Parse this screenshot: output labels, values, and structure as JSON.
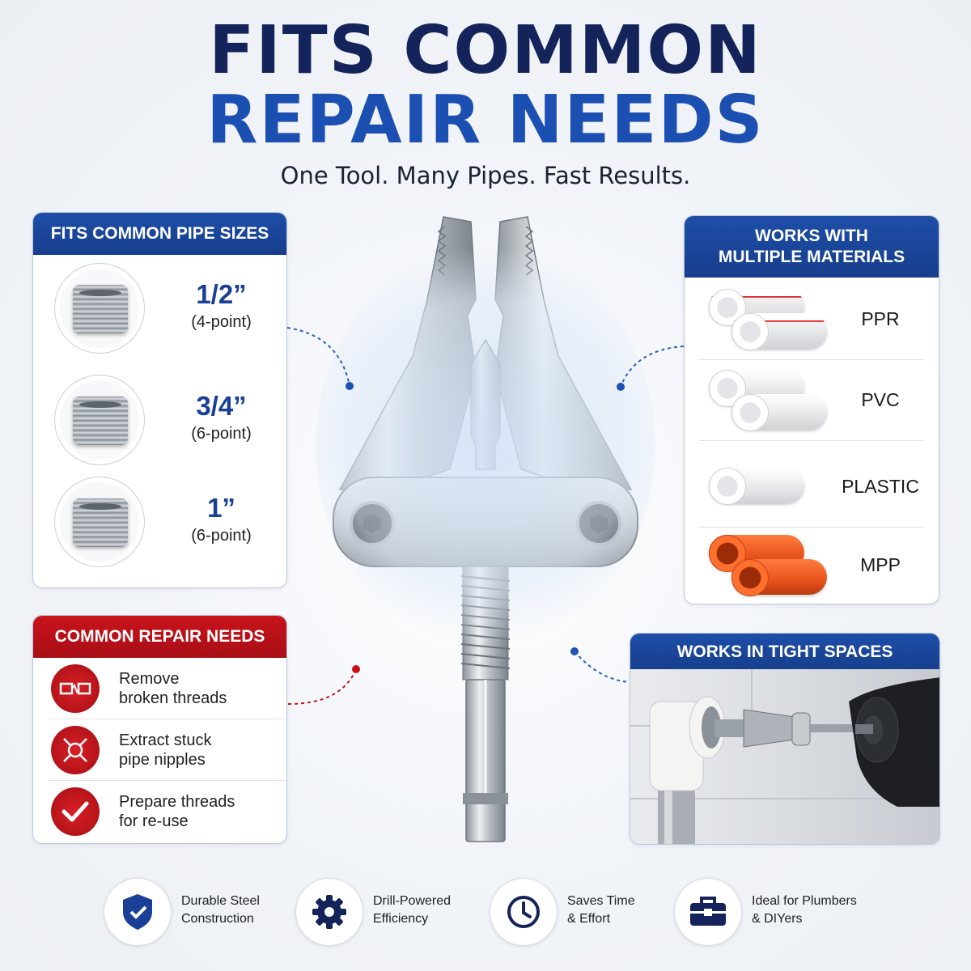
{
  "header": {
    "title_line1": "FITS COMMON",
    "title_line2": "REPAIR NEEDS",
    "subtitle": "One Tool. Many Pipes. Fast Results."
  },
  "pipe_sizes": {
    "heading": "FITS COMMON PIPE SIZES",
    "items": [
      {
        "size": "1/2”",
        "points": "(4-point)"
      },
      {
        "size": "3/4”",
        "points": "(6-point)"
      },
      {
        "size": "1”",
        "points": "(6-point)"
      }
    ]
  },
  "materials": {
    "heading_line1": "WORKS WITH",
    "heading_line2": "MULTIPLE MATERIALS",
    "items": [
      {
        "label": "PPR"
      },
      {
        "label": "PVC"
      },
      {
        "label": "PLASTIC"
      },
      {
        "label": "MPP"
      }
    ]
  },
  "repairs": {
    "heading": "COMMON REPAIR NEEDS",
    "items": [
      {
        "line1": "Remove",
        "line2": "broken threads",
        "icon": "broken-thread-icon"
      },
      {
        "line1": "Extract stuck",
        "line2": "pipe nipples",
        "icon": "stuck-nipple-icon"
      },
      {
        "line1": "Prepare threads",
        "line2": "for re-use",
        "icon": "checkmark-icon"
      }
    ]
  },
  "tight_spaces": {
    "heading": "WORKS IN TIGHT SPACES"
  },
  "features": [
    {
      "line1": "Durable Steel",
      "line2": "Construction",
      "icon": "shield-icon"
    },
    {
      "line1": "Drill-Powered",
      "line2": "Efficiency",
      "icon": "gear-icon"
    },
    {
      "line1": "Saves Time",
      "line2": "& Effort",
      "icon": "clock-icon"
    },
    {
      "line1": "Ideal for Plumbers",
      "line2": "& DIYers",
      "icon": "toolbox-icon"
    }
  ],
  "colors": {
    "navy": "#14245a",
    "accent_blue": "#1b4fb2",
    "accent_red": "#c9131b",
    "mpp_orange": "#e8531c"
  }
}
